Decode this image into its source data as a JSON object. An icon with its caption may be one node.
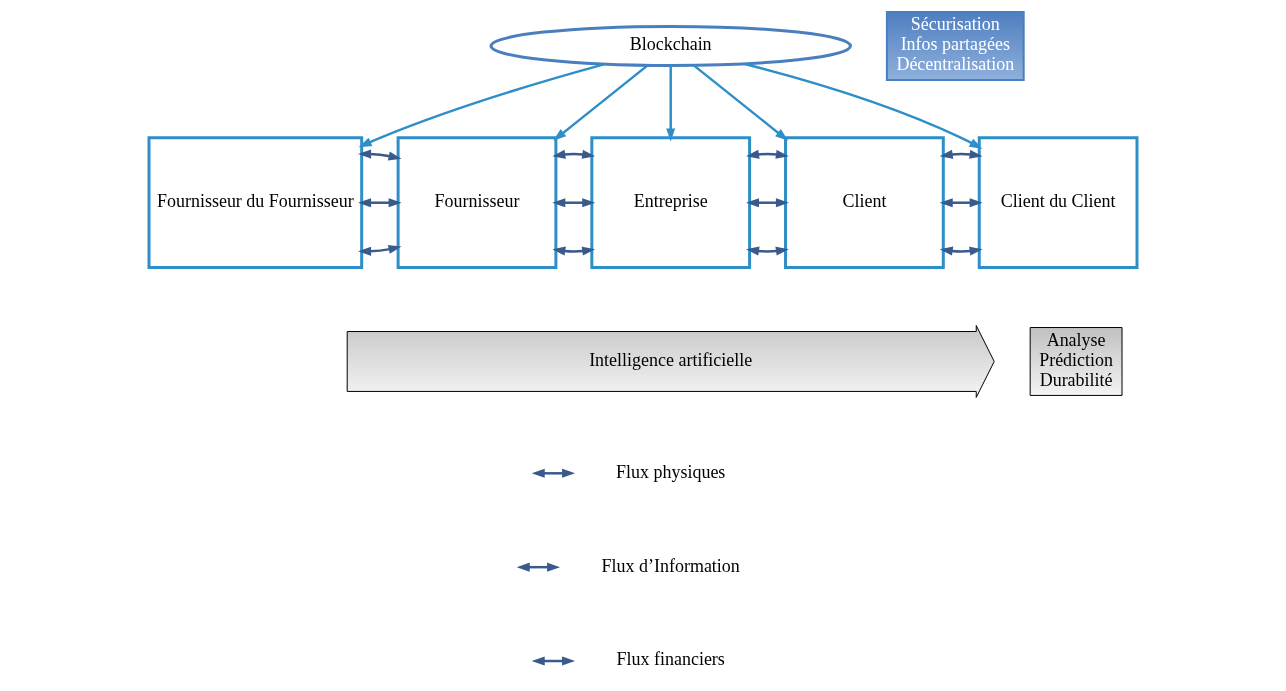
{
  "diagram": {
    "nodes": [
      {
        "text": [
          "Blockchain"
        ]
      },
      {
        "text": [
          "Sécurisation",
          "Infos partagées",
          "Décentralisation"
        ]
      },
      {
        "text": [
          "Fournisseur du Fournisseur"
        ]
      },
      {
        "text": [
          "Fournisseur"
        ]
      },
      {
        "text": [
          "Entreprise"
        ]
      },
      {
        "text": [
          "Client"
        ]
      },
      {
        "text": [
          "Client du Client"
        ]
      },
      {
        "text": [
          "Intelligence artificielle"
        ]
      },
      {
        "text": [
          "Analyse",
          "Prédiction",
          "Durabilité"
        ]
      }
    ],
    "edges": [
      {
        "from": 0,
        "to": 2,
        "arrow": "to",
        "color": "#2e8fc8"
      },
      {
        "from": 0,
        "to": 3,
        "arrow": "to",
        "color": "#2e8fc8"
      },
      {
        "from": 0,
        "to": 4,
        "arrow": "to",
        "color": "#2e8fc8"
      },
      {
        "from": 0,
        "to": 5,
        "arrow": "to",
        "color": "#2e8fc8"
      },
      {
        "from": 0,
        "to": 6,
        "arrow": "to",
        "color": "#2e8fc8"
      },
      {
        "from": 2,
        "to": 3,
        "arrow": "both"
      },
      {
        "from": 2,
        "to": 3,
        "arrow": "both"
      },
      {
        "from": 2,
        "to": 3,
        "arrow": "both"
      },
      {
        "from": 3,
        "to": 4,
        "arrow": "both"
      },
      {
        "from": 3,
        "to": 4,
        "arrow": "both"
      },
      {
        "from": 3,
        "to": 4,
        "arrow": "both"
      },
      {
        "from": 4,
        "to": 5,
        "arrow": "both"
      },
      {
        "from": 4,
        "to": 5,
        "arrow": "both"
      },
      {
        "from": 4,
        "to": 5,
        "arrow": "both"
      },
      {
        "from": 5,
        "to": 6,
        "arrow": "both"
      },
      {
        "from": 5,
        "to": 6,
        "arrow": "both"
      },
      {
        "from": 5,
        "to": 6,
        "arrow": "both"
      }
    ],
    "legend": [
      {
        "text": "Flux physiques"
      },
      {
        "text": "Flux d’Information"
      },
      {
        "text": "Flux financiers"
      }
    ]
  }
}
